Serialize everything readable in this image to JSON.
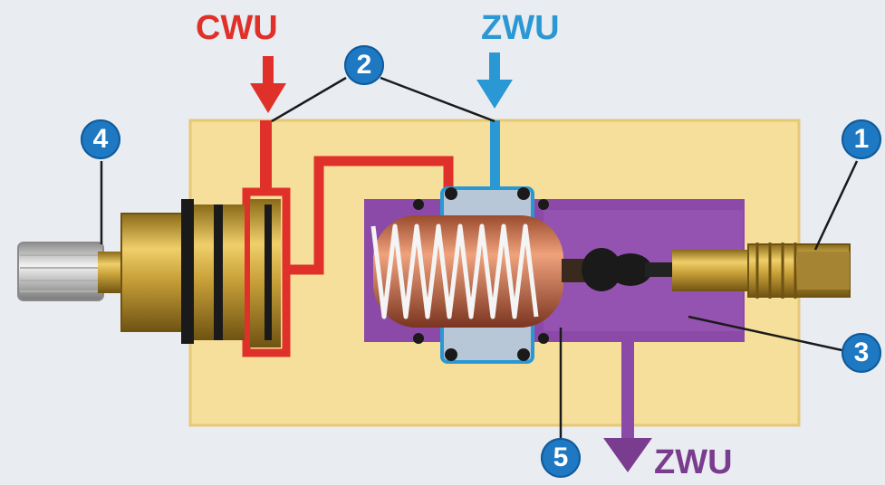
{
  "labels": {
    "hot_inlet": "CWU",
    "cold_inlet": "ZWU",
    "outlet": "ZWU"
  },
  "callouts": [
    "1",
    "2",
    "3",
    "4",
    "5"
  ],
  "colors": {
    "background": "#e9edf1",
    "body": "#f6df9a",
    "hot_line": "#e0302a",
    "cold_line": "#2a98d4",
    "mixed_chamber": "#8c4aa8",
    "brass": "#c9a13a",
    "callout": "#1e78c2"
  }
}
